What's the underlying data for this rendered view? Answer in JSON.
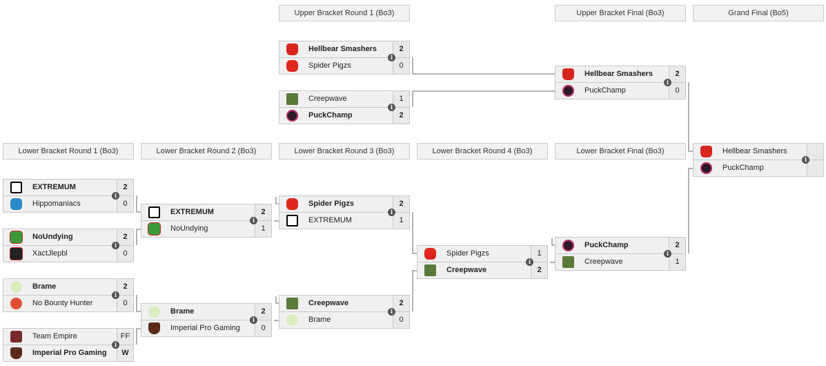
{
  "headers": {
    "ub_r1": "Upper Bracket Round 1 (Bo3)",
    "ub_final": "Upper Bracket Final (Bo3)",
    "grand_final": "Grand Final (Bo5)",
    "lb_r1": "Lower Bracket Round 1 (Bo3)",
    "lb_r2": "Lower Bracket Round 2 (Bo3)",
    "lb_r3": "Lower Bracket Round 3 (Bo3)",
    "lb_r4": "Lower Bracket Round 4 (Bo3)",
    "lb_final": "Lower Bracket Final (Bo3)"
  },
  "info_icon": "i",
  "matches": [
    {
      "id": "ub1-1",
      "teams": [
        {
          "name": "Hellbear Smashers",
          "score": "2",
          "win": true,
          "logo": "hellbear"
        },
        {
          "name": "Spider Pigzs",
          "score": "0",
          "win": false,
          "logo": "spiderpigzs"
        }
      ]
    },
    {
      "id": "ub1-2",
      "teams": [
        {
          "name": "Creepwave",
          "score": "1",
          "win": false,
          "logo": "creepwave"
        },
        {
          "name": "PuckChamp",
          "score": "2",
          "win": true,
          "logo": "puckchamp"
        }
      ]
    },
    {
      "id": "ubf",
      "teams": [
        {
          "name": "Hellbear Smashers",
          "score": "2",
          "win": true,
          "logo": "hellbear"
        },
        {
          "name": "PuckChamp",
          "score": "0",
          "win": false,
          "logo": "puckchamp"
        }
      ]
    },
    {
      "id": "gf",
      "teams": [
        {
          "name": "Hellbear Smashers",
          "score": "",
          "win": false,
          "logo": "hellbear"
        },
        {
          "name": "PuckChamp",
          "score": "",
          "win": false,
          "logo": "puckchamp"
        }
      ]
    },
    {
      "id": "lb1-1",
      "teams": [
        {
          "name": "EXTREMUM",
          "score": "2",
          "win": true,
          "logo": "extremum"
        },
        {
          "name": "Hippomaniacs",
          "score": "0",
          "win": false,
          "logo": "hippomaniacs"
        }
      ]
    },
    {
      "id": "lb1-2",
      "teams": [
        {
          "name": "NoUndying",
          "score": "2",
          "win": true,
          "logo": "noundying"
        },
        {
          "name": "XactJlepbl",
          "score": "0",
          "win": false,
          "logo": "xactjlepbl"
        }
      ]
    },
    {
      "id": "lb1-3",
      "teams": [
        {
          "name": "Brame",
          "score": "2",
          "win": true,
          "logo": "brame"
        },
        {
          "name": "No Bounty Hunter",
          "score": "0",
          "win": false,
          "logo": "nobounty"
        }
      ]
    },
    {
      "id": "lb1-4",
      "teams": [
        {
          "name": "Team Empire",
          "score": "FF",
          "win": false,
          "logo": "empire"
        },
        {
          "name": "Imperial Pro Gaming",
          "score": "W",
          "win": true,
          "logo": "imperial"
        }
      ]
    },
    {
      "id": "lb2-1",
      "teams": [
        {
          "name": "EXTREMUM",
          "score": "2",
          "win": true,
          "logo": "extremum"
        },
        {
          "name": "NoUndying",
          "score": "1",
          "win": false,
          "logo": "noundying"
        }
      ]
    },
    {
      "id": "lb2-2",
      "teams": [
        {
          "name": "Brame",
          "score": "2",
          "win": true,
          "logo": "brame"
        },
        {
          "name": "Imperial Pro Gaming",
          "score": "0",
          "win": false,
          "logo": "imperial"
        }
      ]
    },
    {
      "id": "lb3-1",
      "teams": [
        {
          "name": "Spider Pigzs",
          "score": "2",
          "win": true,
          "logo": "spiderpigzs"
        },
        {
          "name": "EXTREMUM",
          "score": "1",
          "win": false,
          "logo": "extremum"
        }
      ]
    },
    {
      "id": "lb3-2",
      "teams": [
        {
          "name": "Creepwave",
          "score": "2",
          "win": true,
          "logo": "creepwave"
        },
        {
          "name": "Brame",
          "score": "0",
          "win": false,
          "logo": "brame"
        }
      ]
    },
    {
      "id": "lb4",
      "teams": [
        {
          "name": "Spider Pigzs",
          "score": "1",
          "win": false,
          "logo": "spiderpigzs"
        },
        {
          "name": "Creepwave",
          "score": "2",
          "win": true,
          "logo": "creepwave"
        }
      ]
    },
    {
      "id": "lbf",
      "teams": [
        {
          "name": "PuckChamp",
          "score": "2",
          "win": true,
          "logo": "puckchamp"
        },
        {
          "name": "Creepwave",
          "score": "1",
          "win": false,
          "logo": "creepwave"
        }
      ]
    }
  ]
}
